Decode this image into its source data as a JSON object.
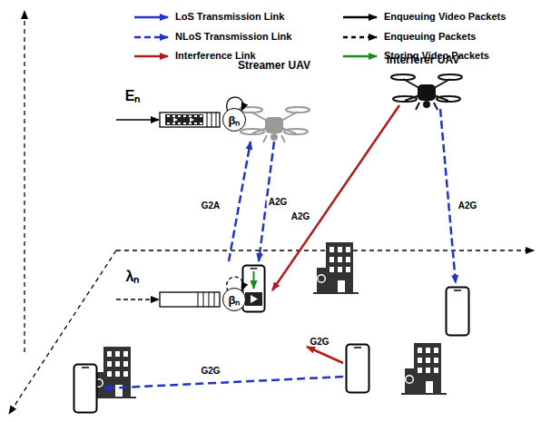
{
  "diagram": {
    "nodes": [
      {
        "text": [
          "Streamer UAV"
        ]
      },
      {
        "text": [
          "βₙ"
        ]
      },
      {
        "text": [
          "Interferer UAV"
        ]
      },
      {
        "text": [
          "βₙ"
        ]
      }
    ],
    "labels": [
      "Eₙ",
      "λₙ",
      "G2A",
      "A2G",
      "A2G",
      "A2G",
      "G2G",
      "G2G"
    ],
    "legend": [
      {
        "text": "LoS Transmission Link"
      },
      {
        "text": "NLoS Transmission Link"
      },
      {
        "text": "Interference Link"
      },
      {
        "text": "Enqueuing Video Packets"
      },
      {
        "text": "Enqueuing Packets"
      },
      {
        "text": "Storing Video Packets"
      }
    ]
  }
}
